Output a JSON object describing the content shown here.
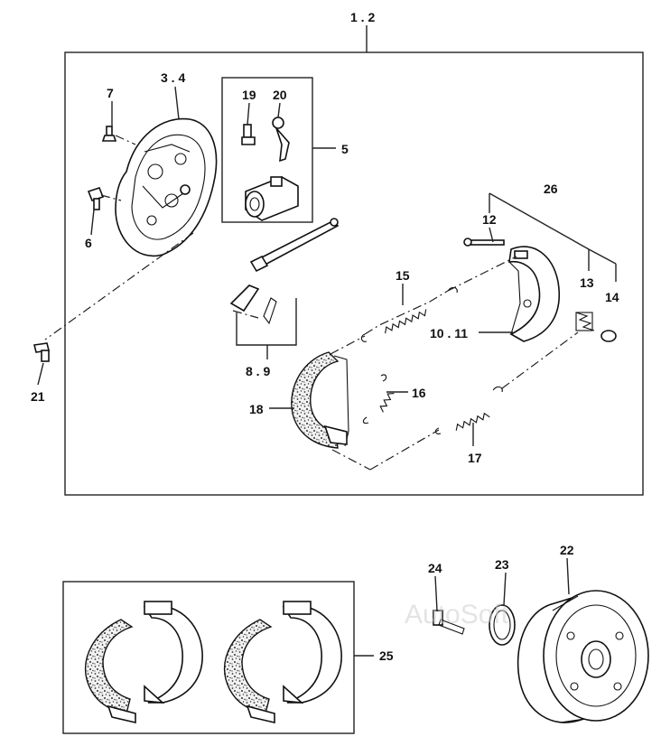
{
  "labels": {
    "assembly": "1 . 2",
    "backing_plate": "3 . 4",
    "l5": "5",
    "l6": "6",
    "l7": "7",
    "l8_9": "8 . 9",
    "l10_11": "10 . 11",
    "l12": "12",
    "l13": "13",
    "l14": "14",
    "l15": "15",
    "l16": "16",
    "l17": "17",
    "l18": "18",
    "l19": "19",
    "l20": "20",
    "l21": "21",
    "l22": "22",
    "l23": "23",
    "l24": "24",
    "l25": "25",
    "l26": "26"
  },
  "watermark": "AutoSoft"
}
